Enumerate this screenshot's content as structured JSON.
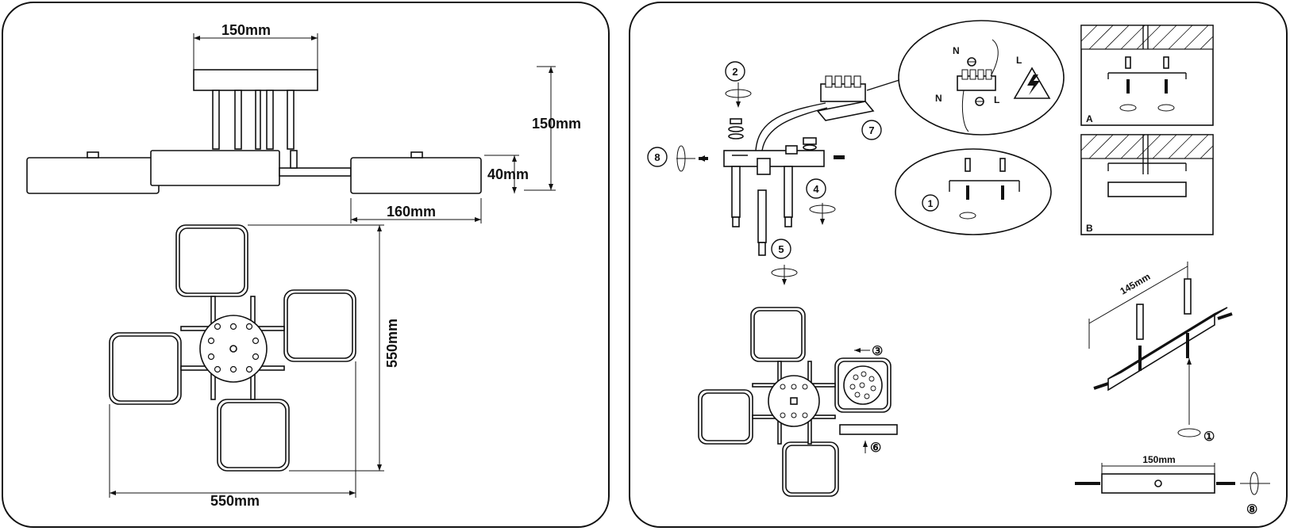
{
  "left_panel": {
    "dimensions": {
      "top_width": "150mm",
      "height": "150mm",
      "arm_height": "40mm",
      "arm_length": "160mm",
      "overall_height_plan": "550mm",
      "overall_width_plan": "550mm"
    }
  },
  "right_panel": {
    "steps": [
      "1",
      "2",
      "3",
      "4",
      "5",
      "6",
      "7",
      "8"
    ],
    "circled_steps": [
      "①",
      "③",
      "⑥",
      "⑧"
    ],
    "wiring_labels": {
      "neutral": "N",
      "live": "L"
    },
    "panel_labels": {
      "a": "A",
      "b": "B"
    },
    "bracket_dimension": "145mm",
    "bar_dimension": "150mm"
  }
}
